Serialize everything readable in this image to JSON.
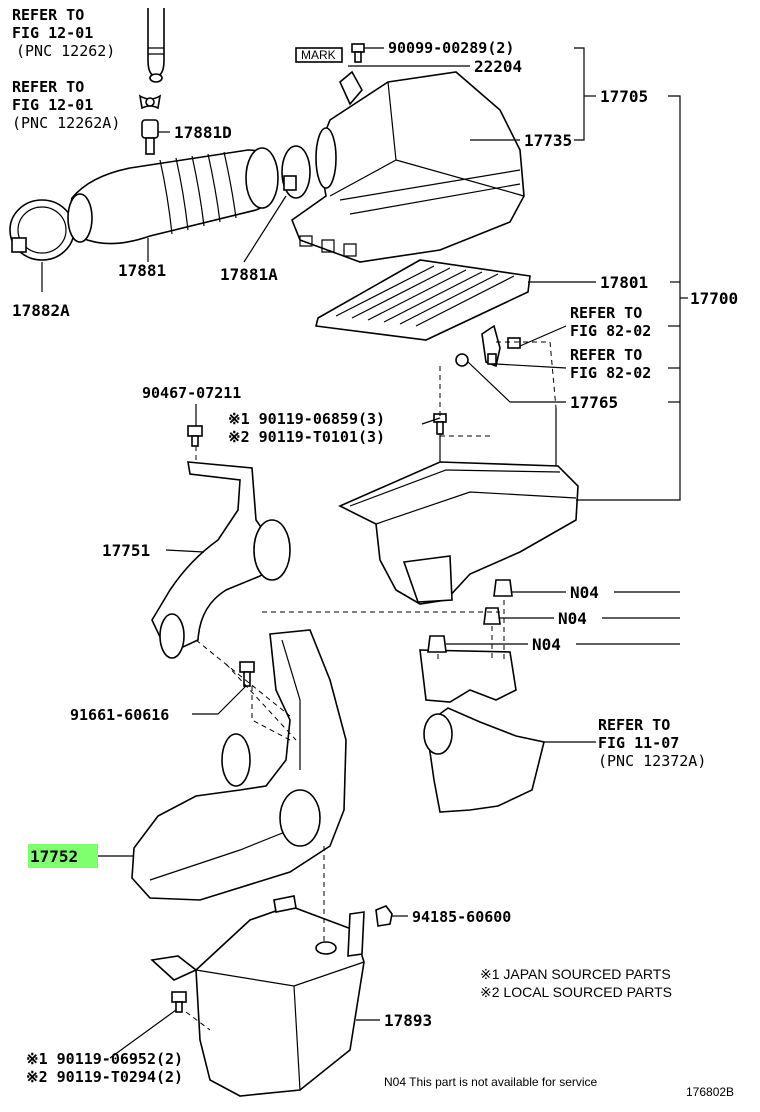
{
  "callouts": {
    "refer_fig1201_a": [
      "REFER TO",
      "FIG 12-01",
      "(PNC 12262)"
    ],
    "refer_fig1201_b": [
      "REFER TO",
      "FIG 12-01",
      "(PNC 12262A)"
    ],
    "mark_box": "MARK",
    "p_90099": "90099-00289(2)",
    "p_22204": "22204",
    "p_17705": "17705",
    "p_17735": "17735",
    "p_17881D": "17881D",
    "p_17881": "17881",
    "p_17881A": "17881A",
    "p_17882A": "17882A",
    "p_17801": "17801",
    "p_17700": "17700",
    "refer_fig8202_a": [
      "REFER TO",
      "FIG 82-02"
    ],
    "refer_fig8202_b": [
      "REFER TO",
      "FIG 82-02"
    ],
    "p_17765": "17765",
    "p_90467": "90467-07211",
    "p_90119_06859": "※1 90119-06859(3)",
    "p_90119_T0101": "※2 90119-T0101(3)",
    "p_17751": "17751",
    "p_N04_1": "N04",
    "p_N04_2": "N04",
    "p_N04_3": "N04",
    "p_91661": "91661-60616",
    "refer_fig1107": [
      "REFER TO",
      "FIG 11-07",
      "(PNC 12372A)"
    ],
    "p_17752": "17752",
    "p_94185": "94185-60600",
    "legend_1": "※1 JAPAN SOURCED PARTS",
    "legend_2": "※2 LOCAL SOURCED PARTS",
    "p_17893": "17893",
    "p_90119_06952": "※1 90119-06952(2)",
    "p_90119_T0294": "※2 90119-T0294(2)",
    "footnote": "N04  This part is not available for service",
    "figure_id": "176802B"
  },
  "colors": {
    "highlight": "#7dff6e",
    "ink": "#000000",
    "background": "#ffffff"
  }
}
